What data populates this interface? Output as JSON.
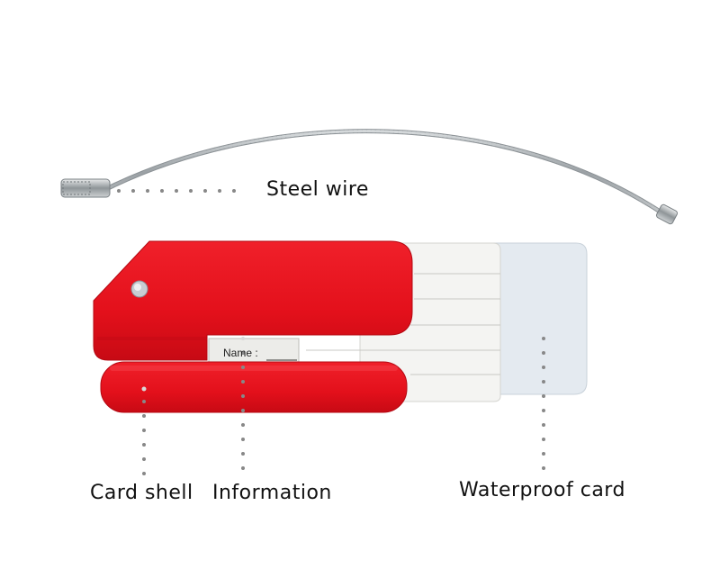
{
  "labels": {
    "steel_wire": "Steel wire",
    "card_shell": "Card shell",
    "information": "Information",
    "waterproof_card": "Waterproof card"
  },
  "card": {
    "name_field": "Name :"
  },
  "colors": {
    "shell_red": "#e8101c",
    "shell_dark": "#b40812",
    "insert_white": "#f4f4f2",
    "waterproof_blue": "#e4eaf0",
    "wire_grey": "#9aa0a4",
    "leader_dots": "#888888"
  }
}
